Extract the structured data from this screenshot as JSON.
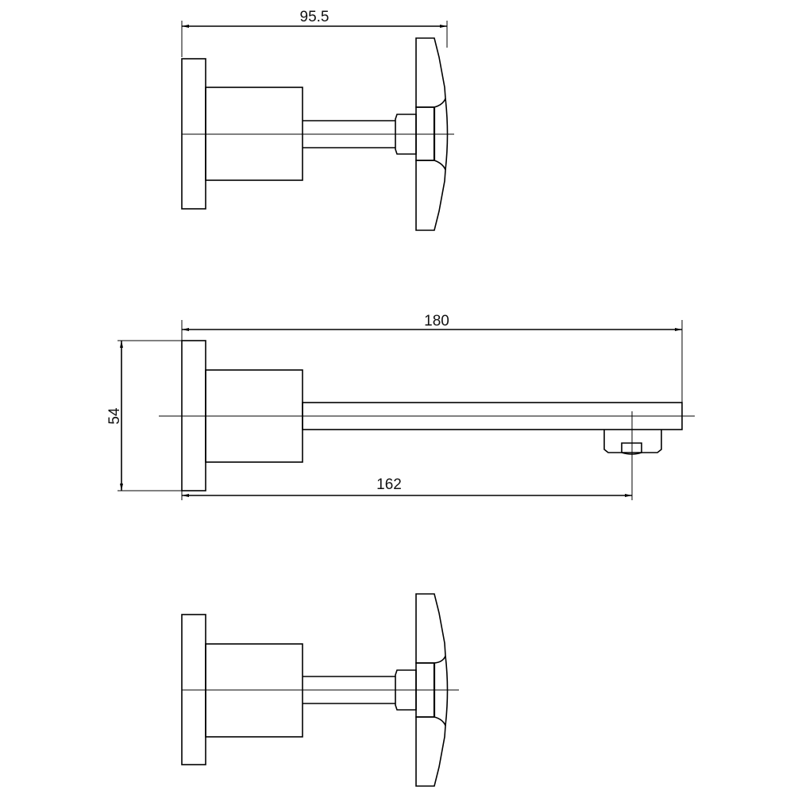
{
  "drawing": {
    "views": [
      {
        "name": "hot-tap-side-view",
        "dimension_label": "95.5"
      },
      {
        "name": "spout-side-view",
        "dimension_labels": {
          "length": "180",
          "height": "54",
          "outlet_offset": "162"
        }
      },
      {
        "name": "cold-tap-side-view"
      }
    ],
    "line_color": "#000000",
    "background": "#ffffff"
  }
}
